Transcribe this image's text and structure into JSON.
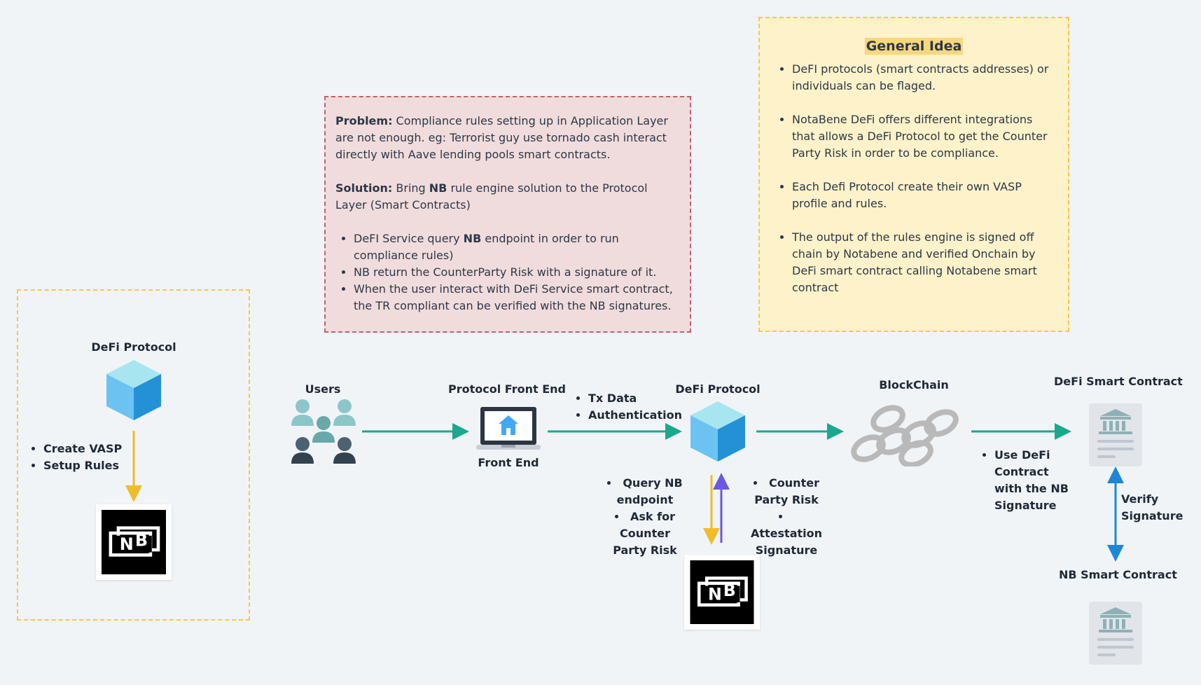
{
  "problem": {
    "problem_label": "Problem:",
    "problem_text": " Compliance rules setting up in Application Layer are not enough. eg: Terrorist guy use tornado cash interact directly with Aave lending pools smart contracts.",
    "solution_label": "Solution:",
    "solution_pre": " Bring ",
    "solution_nb": "NB",
    "solution_post": " rule engine solution to the Protocol Layer (Smart Contracts)",
    "bullet1_pre": "DeFI Service query ",
    "bullet1_nb": "NB",
    "bullet1_post": " endpoint in order to run compliance rules)",
    "bullet2": "NB return the CounterParty Risk with a signature of it.",
    "bullet3": "When the user interact with DeFi Service smart contract, the TR compliant can be verified with the NB signatures."
  },
  "idea": {
    "title": "General Idea",
    "bullets": [
      "DeFI protocols (smart contracts addresses) or individuals can be flaged.",
      "NotaBene DeFi offers different integrations that allows a DeFi Protocol to get the Counter Party Risk in order to be compliance.",
      "Each Defi Protocol create their own VASP profile and rules.",
      "The output of the rules engine is signed off chain by Notabene and verified Onchain by DeFi smart contract calling Notabene smart contract"
    ]
  },
  "left": {
    "title": "DeFi Protocol",
    "bullets": [
      "Create VASP",
      "Setup Rules"
    ]
  },
  "flow": {
    "users": "Users",
    "frontend_title": "Protocol Front End",
    "frontend_sub": "Front End",
    "tx_bullets": [
      "Tx Data",
      "Authentication"
    ],
    "defi_title": "DeFi Protocol",
    "query_bullets": [
      "Query NB endpoint",
      "Ask for Counter Party Risk"
    ],
    "risk_bullets": [
      "Counter Party Risk",
      "Attestation Signature"
    ],
    "blockchain": "BlockChain",
    "smart_contract": "DeFi Smart Contract",
    "use_bullets": [
      "Use DeFi Contract with the NB Signature"
    ],
    "verify": "Verify Signature",
    "nb_contract": "NB Smart Contract"
  },
  "colors": {
    "teal_arrow": "#1aa88f",
    "yellow_arrow": "#f0bc2b",
    "purple_arrow": "#6b57e0",
    "blue_arrow": "#1f86d6",
    "problem_bg": "#f0dcdc",
    "idea_bg": "#fdf2c9"
  },
  "icons": {
    "cube": "cube-icon",
    "users": "users-group-icon",
    "laptop": "laptop-home-icon",
    "chain": "chain-icon",
    "bank": "bank-document-icon",
    "nb_logo": "nb-logo-icon"
  }
}
